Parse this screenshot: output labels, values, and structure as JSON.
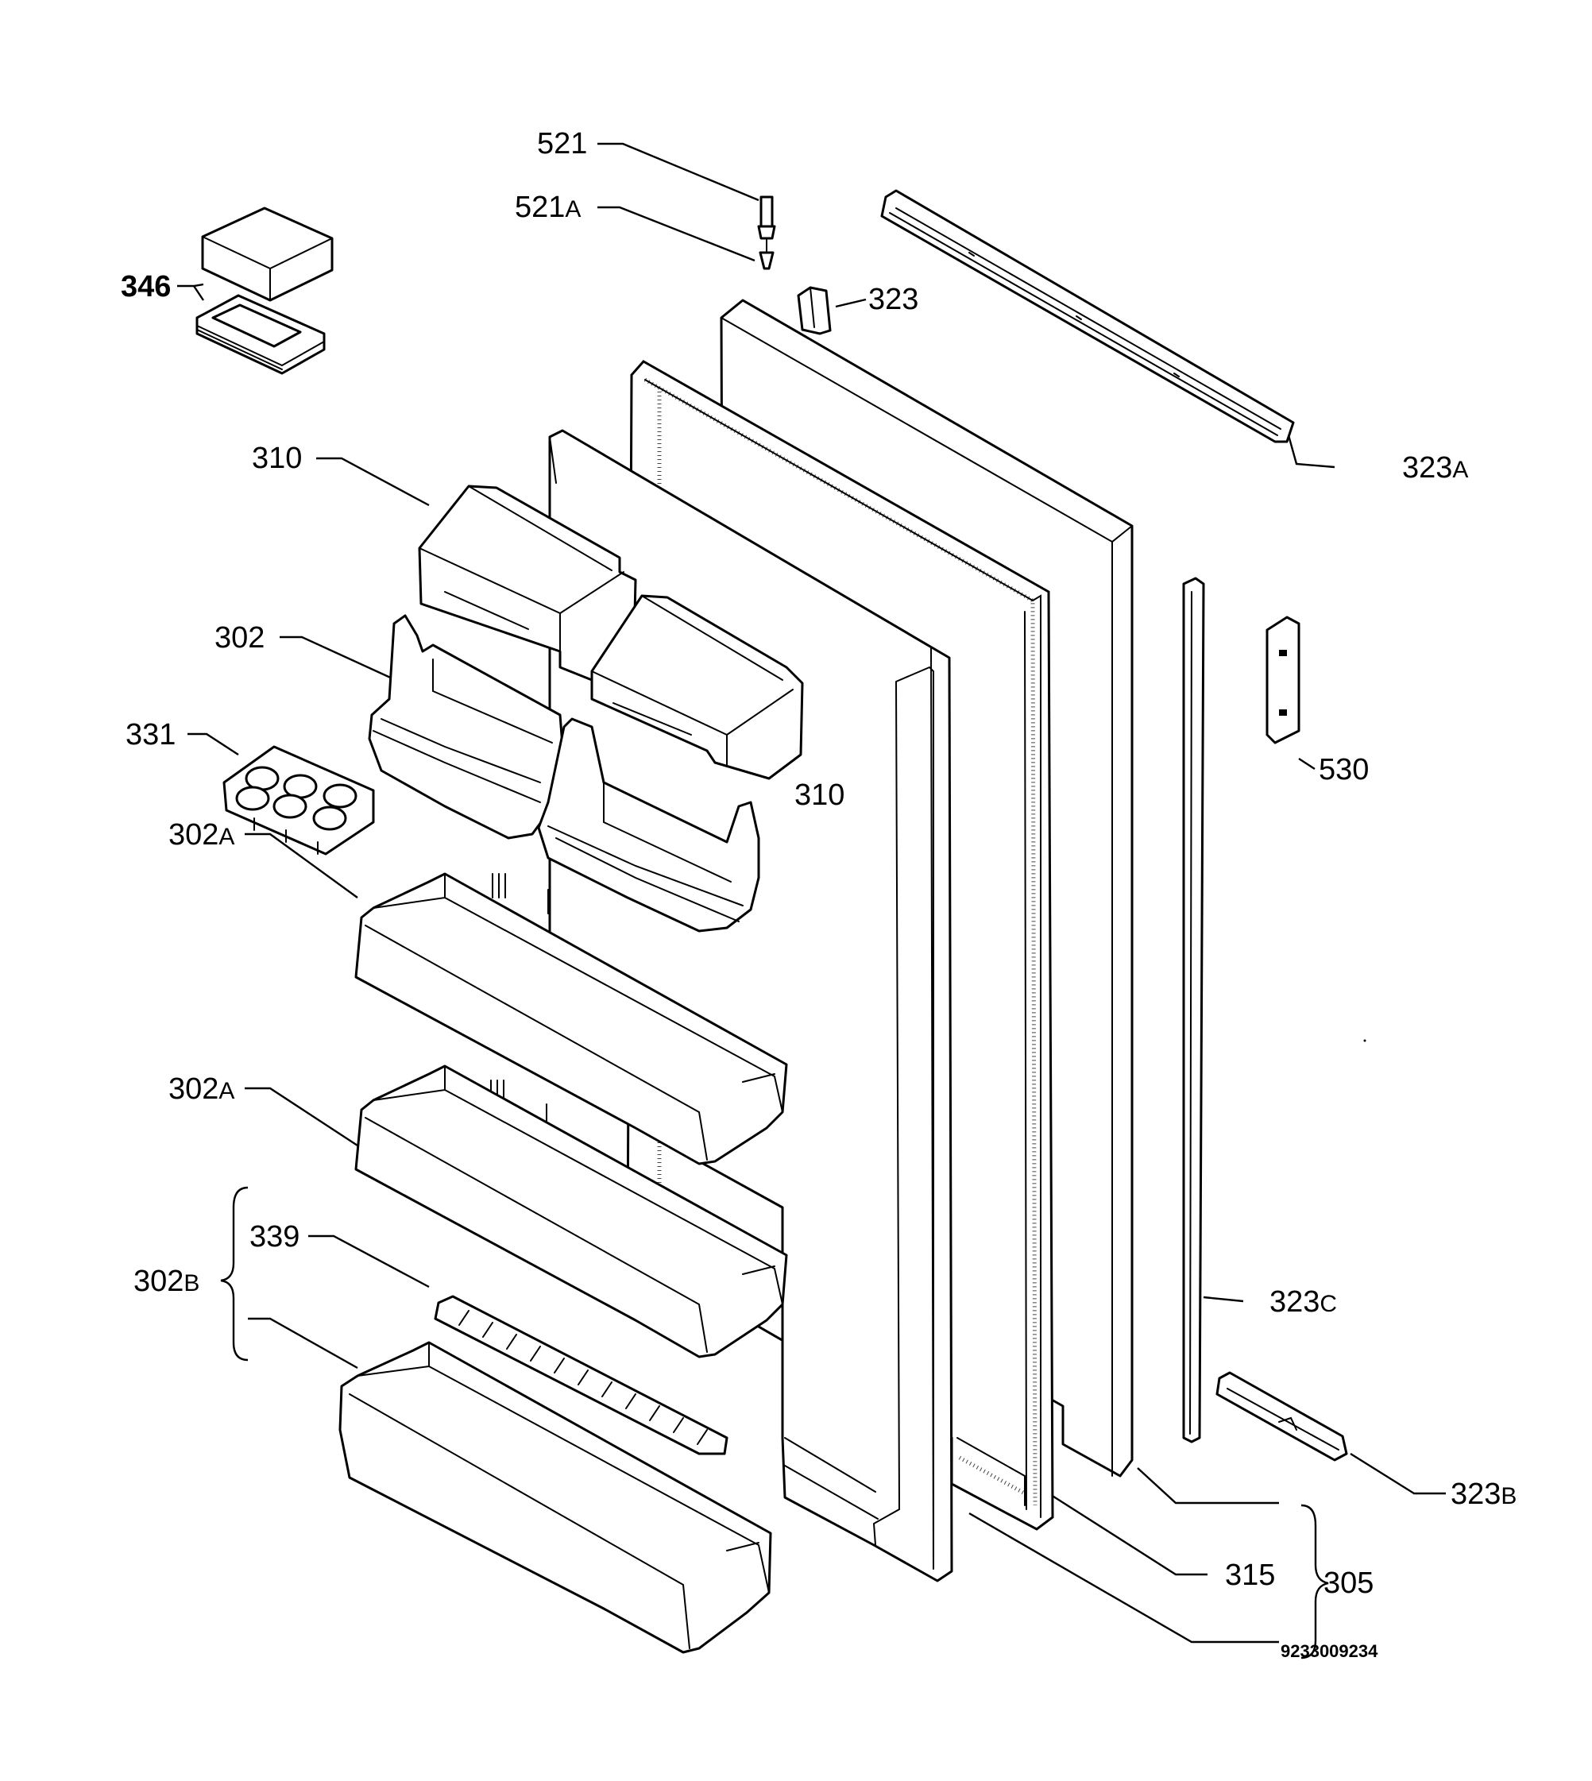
{
  "labels": [
    {
      "id": "521",
      "main": "521",
      "suffix": ""
    },
    {
      "id": "521A",
      "main": "521",
      "suffix": "A"
    },
    {
      "id": "323",
      "main": "323",
      "suffix": ""
    },
    {
      "id": "346",
      "main": "346",
      "suffix": ""
    },
    {
      "id": "323A",
      "main": "323",
      "suffix": "A"
    },
    {
      "id": "310a",
      "main": "310",
      "suffix": ""
    },
    {
      "id": "302",
      "main": "302",
      "suffix": ""
    },
    {
      "id": "331",
      "main": "331",
      "suffix": ""
    },
    {
      "id": "310b",
      "main": "310",
      "suffix": ""
    },
    {
      "id": "530",
      "main": "530",
      "suffix": ""
    },
    {
      "id": "302A1",
      "main": "302",
      "suffix": "A"
    },
    {
      "id": "302A2",
      "main": "302",
      "suffix": "A"
    },
    {
      "id": "339",
      "main": "339",
      "suffix": ""
    },
    {
      "id": "302B",
      "main": "302",
      "suffix": "B"
    },
    {
      "id": "323C",
      "main": "323",
      "suffix": "C"
    },
    {
      "id": "323B",
      "main": "323",
      "suffix": "B"
    },
    {
      "id": "315",
      "main": "315",
      "suffix": ""
    },
    {
      "id": "305",
      "main": "305",
      "suffix": ""
    }
  ],
  "document_number": "9233009234"
}
